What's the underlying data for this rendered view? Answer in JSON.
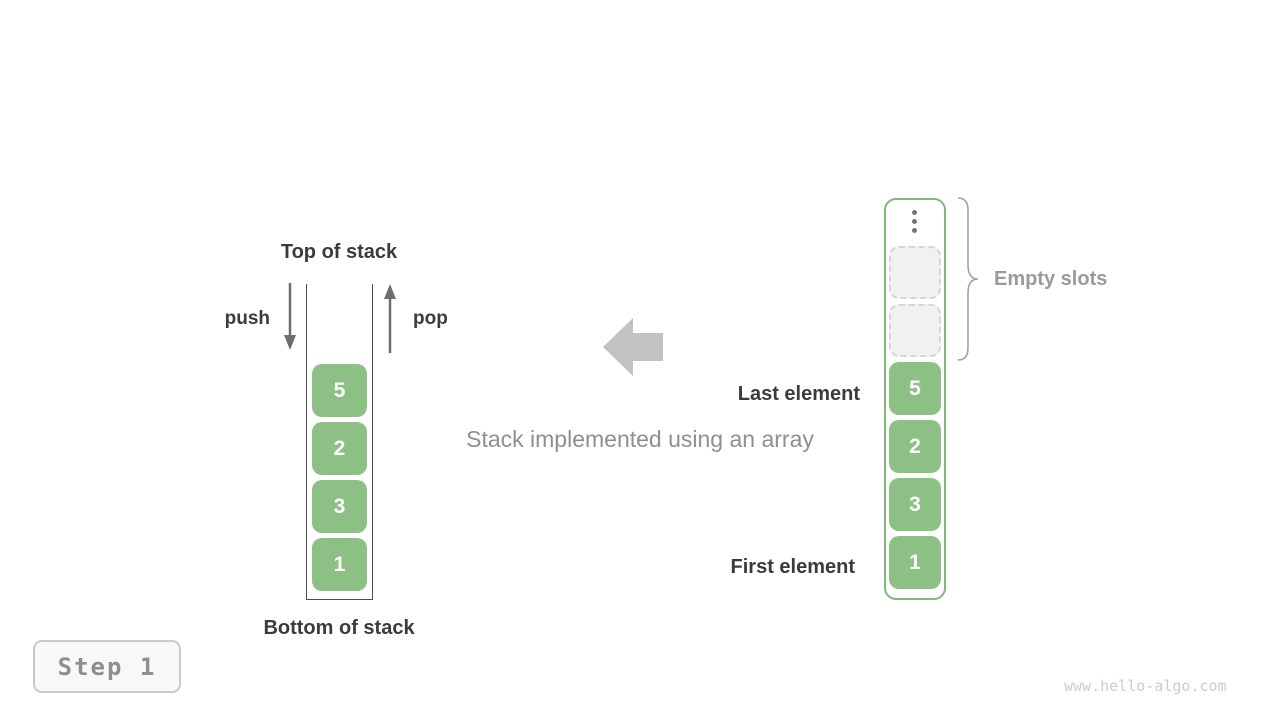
{
  "colors": {
    "green_fill": "#8cc084",
    "green_border": "#7eb977",
    "cell_text": "#ffffff",
    "dark_text": "#3b3b3b",
    "gray_text": "#8f8f8f",
    "empty_fill": "#f1f1f1",
    "empty_border": "#d6d6d6",
    "block_arrow_gray": "#c2c2c2"
  },
  "stack_diagram": {
    "top_label": "Top of stack",
    "bottom_label": "Bottom of stack",
    "push_label": "push",
    "pop_label": "pop",
    "items": [
      "5",
      "2",
      "3",
      "1"
    ]
  },
  "center": {
    "caption": "Stack implemented using an array"
  },
  "array_diagram": {
    "empty_slots_label": "Empty slots",
    "last_element_label": "Last element",
    "first_element_label": "First element",
    "empty_slots_count": 2,
    "items": [
      "5",
      "2",
      "3",
      "1"
    ]
  },
  "footer": {
    "step_label": "Step 1",
    "watermark": "www.hello-algo.com"
  }
}
